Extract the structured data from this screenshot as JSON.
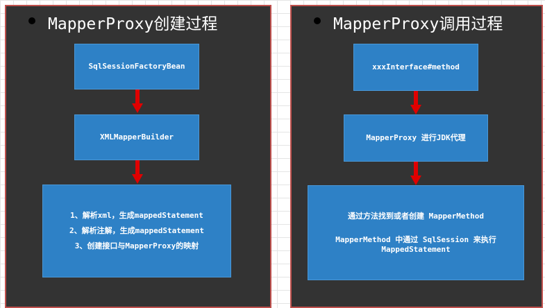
{
  "left_panel": {
    "title": "MapperProxy创建过程",
    "step1": "SqlSessionFactoryBean",
    "step2": "XMLMapperBuilder",
    "step3": [
      "1、解析xml，生成mappedStatement",
      "2、解析注解，生成mappedStatement",
      "3、创建接口与MapperProxy的映射"
    ]
  },
  "right_panel": {
    "title": "MapperProxy调用过程",
    "step1": "xxxInterface#method",
    "step2": "MapperProxy 进行JDK代理",
    "step3": [
      "通过方法找到或者创建 MapperMethod",
      "MapperMethod 中通过 SqlSession 来执行",
      "MappedStatement"
    ]
  },
  "colors": {
    "panel_background": "#333333",
    "panel_border": "#c0504d",
    "box_fill": "#2e81c6",
    "arrow": "#e00000"
  }
}
